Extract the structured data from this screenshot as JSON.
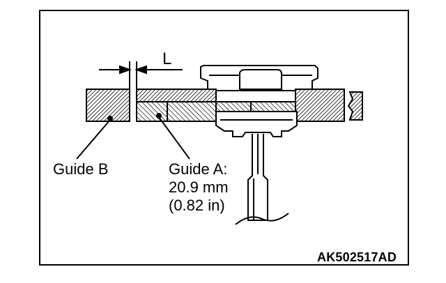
{
  "labels": {
    "dimension": "L",
    "guide_b": "Guide B",
    "guide_a": "Guide A:",
    "guide_a_mm": "20.9 mm",
    "guide_a_in": "(0.82 in)",
    "figure_code": "AK502517AD"
  },
  "colors": {
    "ink": "#000000",
    "paper": "#ffffff"
  }
}
